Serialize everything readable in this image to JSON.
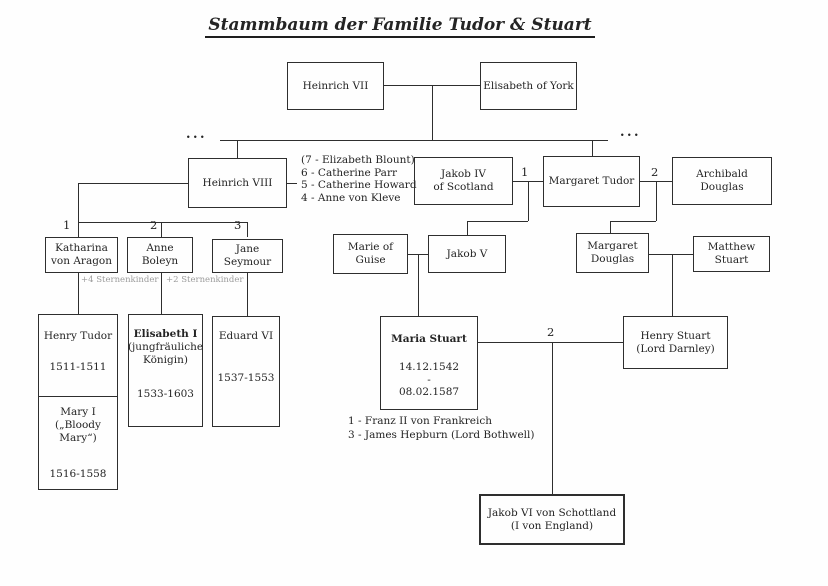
{
  "title": "Stammbaum der Familie Tudor & Stuart",
  "colors": {
    "line": "#2e2e2e",
    "text": "#242424",
    "muted_note": "#9c9c9c",
    "background": "#fefefe"
  },
  "nodes": {
    "heinrich_vii": {
      "name": "Heinrich VII"
    },
    "elisabeth_york": {
      "name": "Elisabeth of York"
    },
    "heinrich_viii": {
      "name": "Heinrich VIII"
    },
    "jakob_iv": {
      "name": "Jakob IV\nof Scotland"
    },
    "margaret_tudor": {
      "name": "Margaret Tudor"
    },
    "archibald_douglas": {
      "name": "Archibald Douglas"
    },
    "katharina_von_aragon": {
      "name": "Katharina\nvon Aragon",
      "marriage_number": "1",
      "note": "+4 Sternenkinder"
    },
    "anne_boleyn": {
      "name": "Anne Boleyn",
      "marriage_number": "2",
      "note": "+2 Sternenkinder"
    },
    "jane_seymour": {
      "name": "Jane Seymour",
      "marriage_number": "3"
    },
    "marie_of_guise": {
      "name": "Marie of Guise"
    },
    "jakob_v": {
      "name": "Jakob V"
    },
    "margaret_douglas": {
      "name": "Margaret\nDouglas"
    },
    "matthew_stuart": {
      "name": "Matthew Stuart"
    },
    "henry_tudor": {
      "name": "Henry Tudor",
      "dates": "1511-1511"
    },
    "mary_i": {
      "name": "Mary I\n(„Bloody Mary“)",
      "dates": "1516-1558"
    },
    "elisabeth_i": {
      "name": "Elisabeth I",
      "subtitle": "(jungfräuliche Königin)",
      "dates": "1533-1603"
    },
    "eduard_vi": {
      "name": "Eduard VI",
      "dates": "1537-1553"
    },
    "maria_stuart": {
      "name": "Maria Stuart",
      "dates": "14.12.1542\n-\n08.02.1587"
    },
    "henry_stuart": {
      "name": "Henry Stuart\n(Lord Darnley)"
    },
    "jakob_vi": {
      "name": "Jakob VI von Schottland\n(I von England)"
    }
  },
  "annotations": {
    "heinrich_viii_wives": "(7 - Elizabeth Blount)\n6 - Catherine Parr\n5 - Catherine Howard\n4 - Anne von Kleve",
    "maria_stuart_marriages": "1 - Franz II von Frankreich\n3 - James Hepburn (Lord Bothwell)",
    "marriage_number_jakob_iv_margaret": "1",
    "marriage_number_margaret_archibald": "2",
    "marriage_number_maria_henry": "2",
    "ellipsis_left": "...",
    "ellipsis_right": "..."
  }
}
